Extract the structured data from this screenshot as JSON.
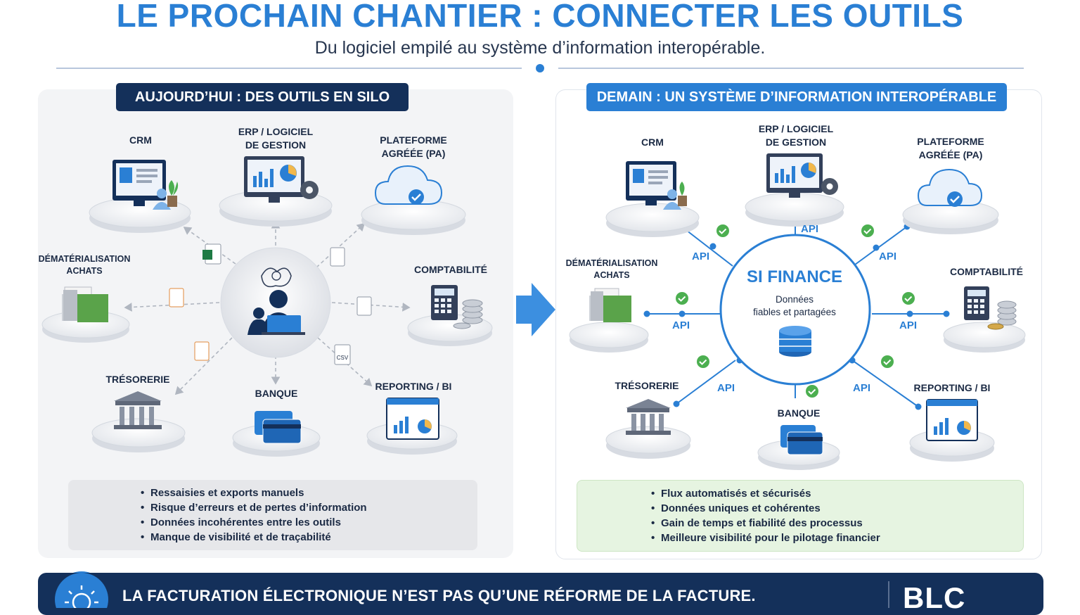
{
  "header": {
    "title": "LE PROCHAIN CHANTIER : CONNECTER LES OUTILS",
    "subtitle": "Du logiciel empilé au système d’information interopérable."
  },
  "left": {
    "heading": "AUJOURD’HUI : DES OUTILS EN SILO",
    "nodes": {
      "crm": "CRM",
      "erp_l1": "ERP / LOGICIEL",
      "erp_l2": "DE GESTION",
      "pa_l1": "PLATEFORME",
      "pa_l2": "AGRÉÉE (PA)",
      "demat_l1": "DÉMATÉRIALISATION",
      "demat_l2": "ACHATS",
      "compta": "COMPTABILITÉ",
      "treso": "TRÉSORERIE",
      "banque": "BANQUE",
      "reporting": "REPORTING / BI"
    },
    "csv_label": "CSV",
    "bullets": [
      "Ressaisies et exports manuels",
      "Risque d’erreurs et de pertes d’information",
      "Données incohérentes entre les outils",
      "Manque de visibilité et de traçabilité"
    ]
  },
  "right": {
    "heading": "DEMAIN : UN SYSTÈME D’INFORMATION INTEROPÉRABLE",
    "center_title": "SI FINANCE",
    "center_sub_l1": "Données",
    "center_sub_l2": "fiables et partagées",
    "api_label": "API",
    "nodes": {
      "crm": "CRM",
      "erp_l1": "ERP / LOGICIEL",
      "erp_l2": "DE GESTION",
      "pa_l1": "PLATEFORME",
      "pa_l2": "AGRÉÉE (PA)",
      "demat_l1": "DÉMATÉRIALISATION",
      "demat_l2": "ACHATS",
      "compta": "COMPTABILITÉ",
      "treso": "TRÉSORERIE",
      "banque": "BANQUE",
      "reporting": "REPORTING / BI"
    },
    "bullets": [
      "Flux automatisés et sécurisés",
      "Données uniques et cohérentes",
      "Gain de temps et fiabilité des processus",
      "Meilleure visibilité pour le pilotage financier"
    ]
  },
  "footer": {
    "text": "LA FACTURATION ÉLECTRONIQUE N’EST PAS QU’UNE RÉFORME DE LA FACTURE.",
    "logo": "BLC"
  },
  "colors": {
    "blue": "#2a7fd4",
    "navy": "#14305a",
    "green": "#4caf50"
  }
}
